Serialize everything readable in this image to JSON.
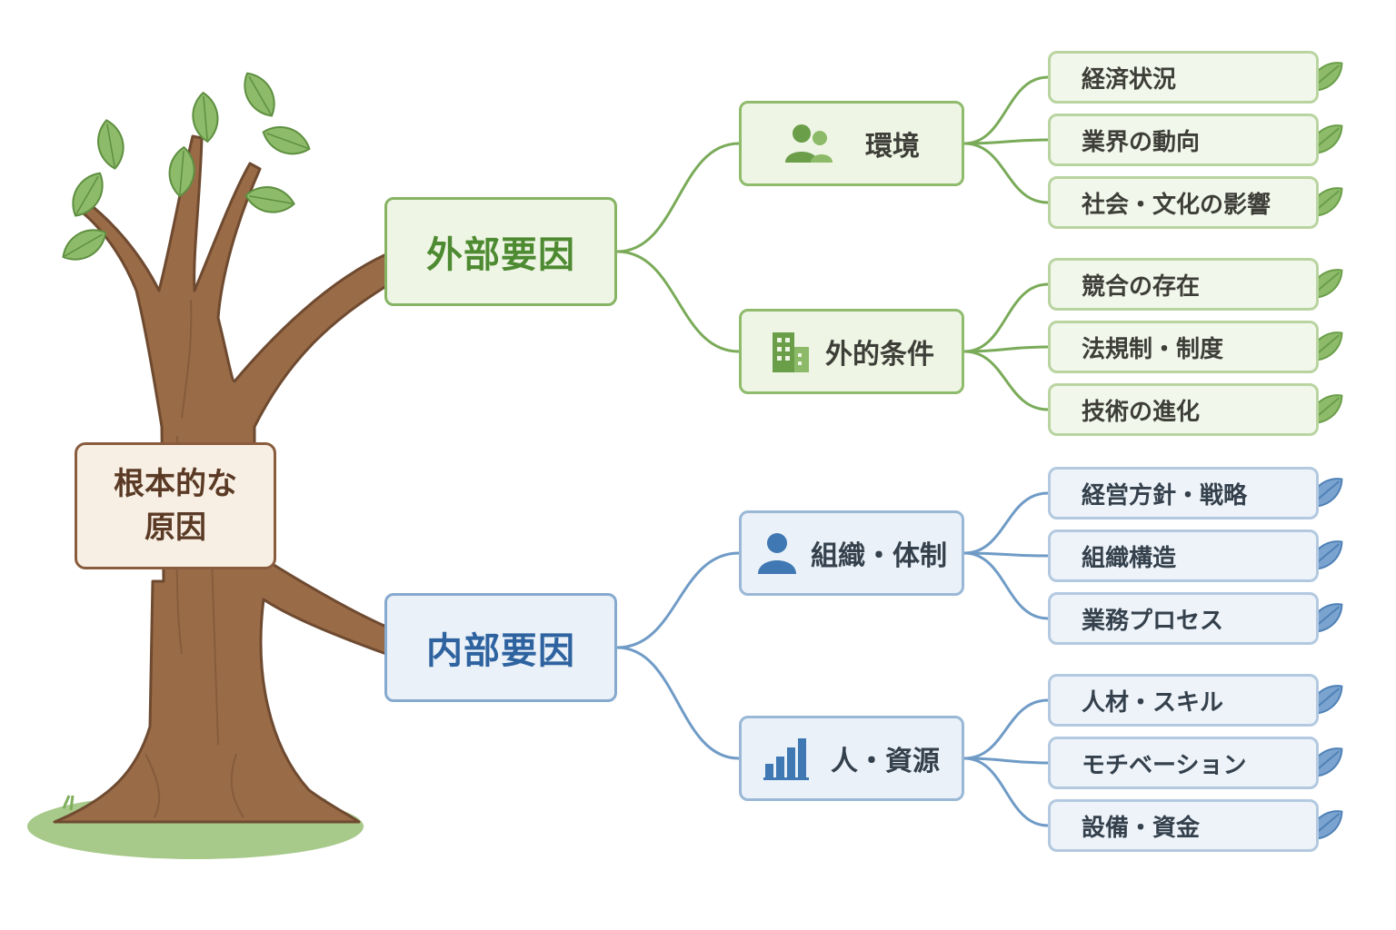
{
  "root": {
    "line1": "根本的な",
    "line2": "原因"
  },
  "colors": {
    "green": "#7aab59",
    "blue": "#6f9bc6",
    "trunk": "#9a6b47"
  },
  "external": {
    "label": "外部要因",
    "groups": [
      {
        "label": "環境",
        "icon": "people-icon",
        "items": [
          "経済状況",
          "業界の動向",
          "社会・文化の影響"
        ]
      },
      {
        "label": "外的条件",
        "icon": "building-icon",
        "items": [
          "競合の存在",
          "法規制・制度",
          "技術の進化"
        ]
      }
    ]
  },
  "internal": {
    "label": "内部要因",
    "groups": [
      {
        "label": "組織・体制",
        "icon": "person-icon",
        "items": [
          "経営方針・戦略",
          "組織構造",
          "業務プロセス"
        ]
      },
      {
        "label": "人・資源",
        "icon": "bar-chart-icon",
        "items": [
          "人材・スキル",
          "モチベーション",
          "設備・資金"
        ]
      }
    ]
  }
}
